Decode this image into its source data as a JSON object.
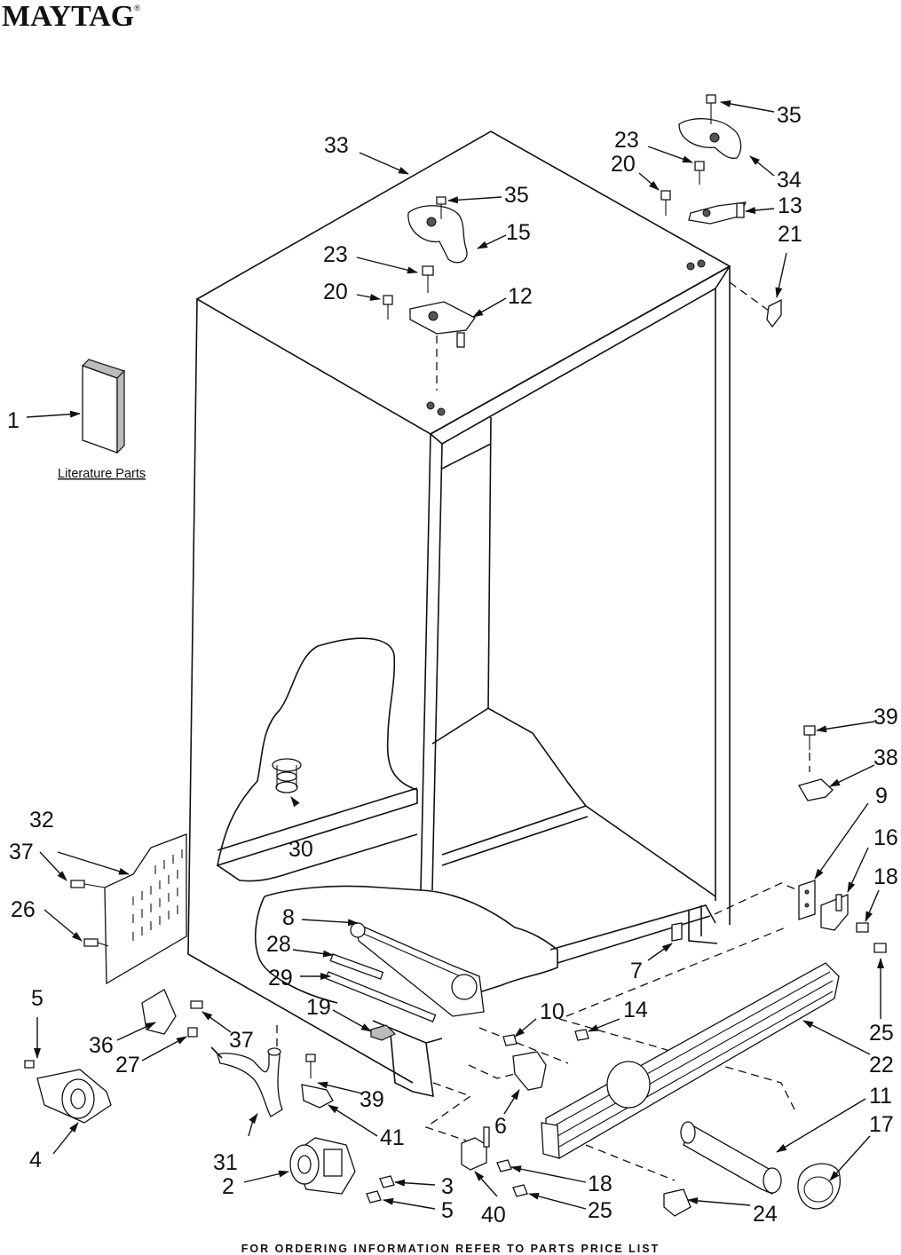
{
  "brand": "MAYTAG",
  "brand_mark": "®",
  "literature_label": "Literature Parts",
  "footer": "FOR ORDERING INFORMATION REFER TO PARTS PRICE LIST",
  "callouts": {
    "c1": "1",
    "c2": "2",
    "c3": "3",
    "c4": "4",
    "c5a": "5",
    "c5b": "5",
    "c6": "6",
    "c7": "7",
    "c8": "8",
    "c9": "9",
    "c10": "10",
    "c11": "11",
    "c12": "12",
    "c13": "13",
    "c14": "14",
    "c15": "15",
    "c16": "16",
    "c17": "17",
    "c18a": "18",
    "c18b": "18",
    "c19": "19",
    "c20a": "20",
    "c20b": "20",
    "c21": "21",
    "c22": "22",
    "c23a": "23",
    "c23b": "23",
    "c24": "24",
    "c25a": "25",
    "c25b": "25",
    "c26": "26",
    "c27": "27",
    "c28": "28",
    "c29": "29",
    "c30": "30",
    "c31": "31",
    "c32": "32",
    "c33": "33",
    "c34": "34",
    "c35a": "35",
    "c35b": "35",
    "c36": "36",
    "c37a": "37",
    "c37b": "37",
    "c38": "38",
    "c39a": "39",
    "c39b": "39",
    "c40": "40",
    "c41": "41"
  }
}
